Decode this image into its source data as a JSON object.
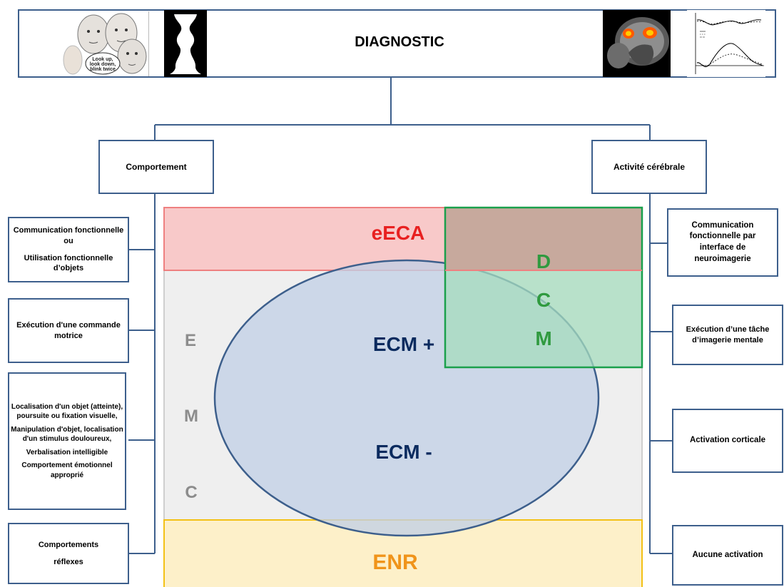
{
  "header": {
    "title": "DIAGNOSTIC",
    "speech_bubble": "Look up, look down, blink twice"
  },
  "nodes": {
    "behavior": "Comportement",
    "brain": "Activité cérébrale"
  },
  "left_boxes": [
    [
      "Communication fonctionnelle ou",
      "Utilisation fonctionnelle d’objets"
    ],
    [
      "Exécution d'une commande motrice"
    ],
    [
      "Localisation d'un objet (atteinte), poursuite ou fixation visuelle,",
      "Manipulation d'objet, localisation d'un stimulus douloureux,",
      "Verbalisation intelligible",
      "Comportement émotionnel approprié"
    ],
    [
      "Comportements",
      "réflexes"
    ]
  ],
  "right_boxes": [
    "Communication fonctionnelle par interface de neuroimagerie",
    "Exécution d’une tâche d’imagerie mentale",
    "Activation corticale",
    "Aucune activation"
  ],
  "zones": {
    "eeca": "eECA",
    "ecm_plus": "ECM +",
    "ecm_minus": "ECM -",
    "enr": "ENR",
    "emc_letters": [
      "E",
      "M",
      "C"
    ],
    "dcm_letters": [
      "D",
      "C",
      "M"
    ]
  },
  "colors": {
    "line": "#3d5f8c",
    "eeca_fill": "#f8c9c9",
    "eeca_border": "#ee8080",
    "eeca_text": "#e82020",
    "emc_fill": "#efefef",
    "emc_text": "#8c8c8c",
    "ellipse_fill": "#c1d0e6",
    "ellipse_stroke": "#3d5f8c",
    "ecm_text": "#0a2a5e",
    "dcm_fill": "#b3dfc5",
    "dcm_border": "#1aa04c",
    "dcm_text": "#2f9a3f",
    "overlap_fill": "#c7a99d",
    "enr_fill": "#fdf0c9",
    "enr_border": "#f3c116",
    "enr_text": "#f0941a"
  }
}
